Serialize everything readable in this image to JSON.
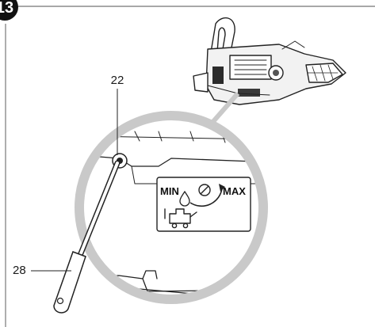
{
  "figure": {
    "step_number": "13",
    "callouts": {
      "adjuster_screw": "22",
      "screwdriver": "28"
    },
    "oil_panel": {
      "min_label": "MIN",
      "max_label": "MAX"
    },
    "colors": {
      "frame": "#8c8c8c",
      "zoom_ring": "#c9c9c9",
      "ink": "#222222",
      "step_badge": "#111111"
    }
  }
}
